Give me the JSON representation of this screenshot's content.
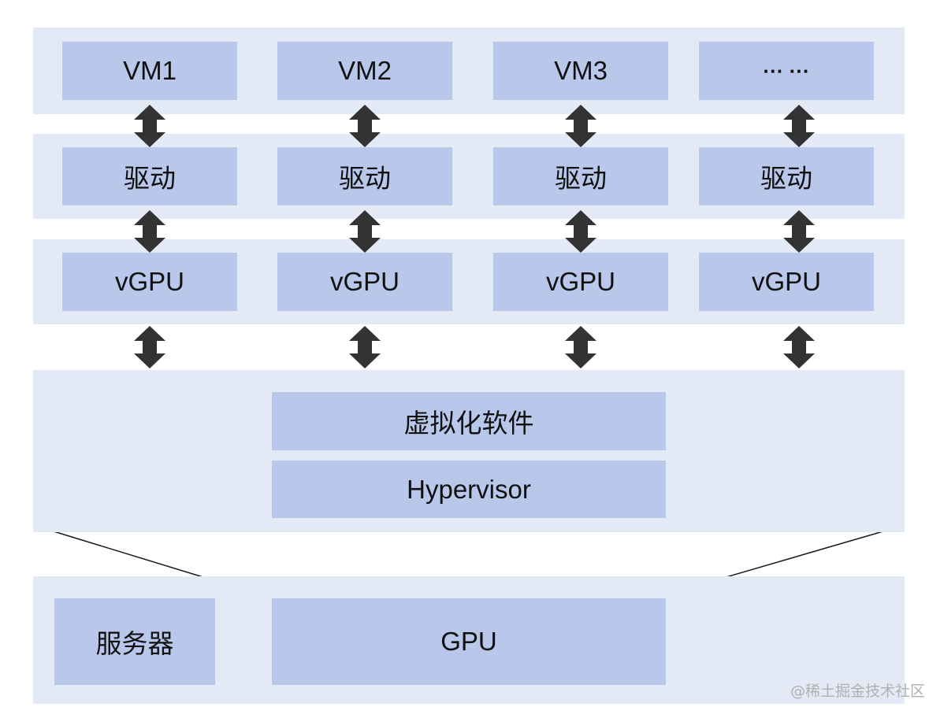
{
  "vm_row": [
    "VM1",
    "VM2",
    "VM3",
    "··· ···"
  ],
  "driver_row": [
    "驱动",
    "驱动",
    "驱动",
    "驱动"
  ],
  "vgpu_row": [
    "vGPU",
    "vGPU",
    "vGPU",
    "vGPU"
  ],
  "virtualization_label": "虚拟化软件",
  "hypervisor_label": "Hypervisor",
  "server_label": "服务器",
  "gpu_label": "GPU",
  "watermark": "@稀土掘金技术社区",
  "colors": {
    "band": "#e4e9f6",
    "box": "#b8c7ea",
    "arrow": "#333333",
    "line": "#1a1a1a"
  }
}
